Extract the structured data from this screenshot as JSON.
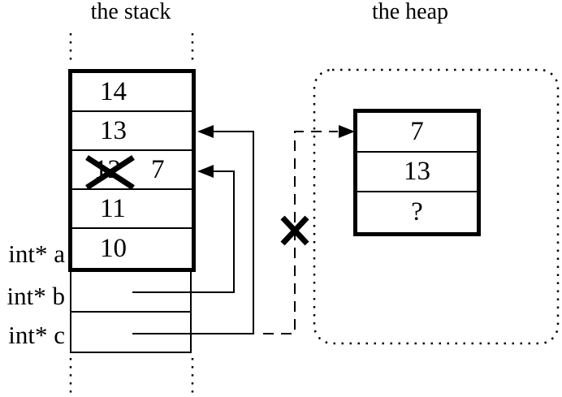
{
  "diagram": {
    "stack": {
      "title": "the stack",
      "cells": [
        {
          "value": "14"
        },
        {
          "value": "13"
        },
        {
          "old_value": "12",
          "new_value": "7",
          "crossed_out": true
        },
        {
          "value": "11"
        },
        {
          "value": "10"
        }
      ],
      "pointer_labels": [
        {
          "label": "int* a"
        },
        {
          "label": "int* b"
        },
        {
          "label": "int* c"
        }
      ]
    },
    "heap": {
      "title": "the heap",
      "cells": [
        {
          "value": "7"
        },
        {
          "value": "13"
        },
        {
          "value": "?"
        }
      ]
    },
    "colors": {
      "ink": "#000000",
      "paper": "#ffffff"
    }
  }
}
